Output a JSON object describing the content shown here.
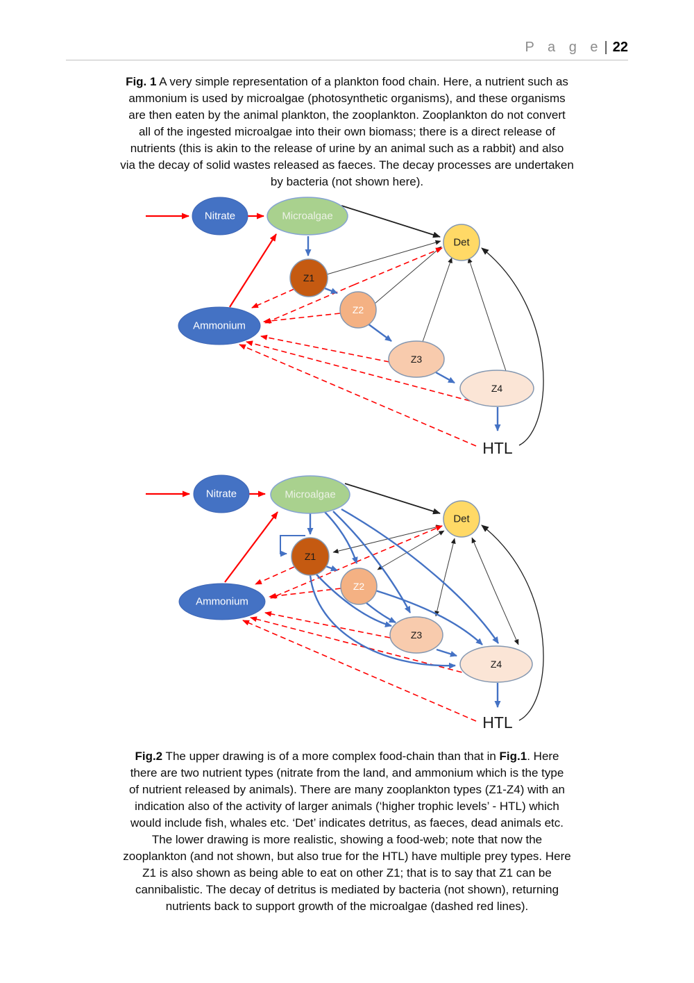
{
  "header": {
    "page_label": "P a g e",
    "separator": "|",
    "page_number": "22"
  },
  "fig1_caption": {
    "bold": "Fig. 1",
    "line1_rest": " A very simple representation of a plankton food chain. Here, a nutrient such as",
    "line2": "ammonium is used by microalgae (photosynthetic organisms), and these organisms",
    "line3": "are then eaten by the animal plankton, the zooplankton. Zooplankton do not convert",
    "line4": "all of the ingested microalgae into their own biomass; there is a direct release of",
    "line5": "nutrients (this is akin to the release of urine by an animal such as a rabbit) and also",
    "line6": "via the decay of solid wastes released as faeces. The decay processes are undertaken",
    "line7": "by bacteria (not shown here)."
  },
  "fig2_caption": {
    "bold1": "Fig.2",
    "line1_mid": " The upper drawing is of a more complex food-chain than that in ",
    "bold2": "Fig.1",
    "line1_end": ". Here",
    "line2": "there are two nutrient types (nitrate from the land, and ammonium which is the type",
    "line3": "of nutrient released by animals). There are many zooplankton types (Z1-Z4) with an",
    "line4": "indication also of the activity of larger animals (‘higher trophic levels’ - HTL) which",
    "line5": "would include fish, whales etc. ‘Det’ indicates detritus, as faeces, dead animals etc.",
    "line6": "The lower drawing is more realistic, showing a food-web; note that now the",
    "line7": "zooplankton (and not shown, but also true for the HTL) have multiple prey types. Here",
    "line8": "Z1 is also shown as being able to eat on other Z1; that is to say that Z1 can be",
    "line9": "cannibalistic. The decay of detritus is mediated by bacteria (not shown), returning",
    "line10": "nutrients back to support growth of the microalgae (dashed red lines)."
  },
  "diagram1": {
    "nitrate": "Nitrate",
    "microalgae": "Microalgae",
    "det": "Det",
    "z1": "Z1",
    "z2": "Z2",
    "z3": "Z3",
    "z4": "Z4",
    "ammonium": "Ammonium",
    "htl": "HTL"
  },
  "diagram2": {
    "nitrate": "Nitrate",
    "microalgae": "Microalgae",
    "det": "Det",
    "z1": "Z1",
    "z2": "Z2",
    "z3": "Z3",
    "z4": "Z4",
    "ammonium": "Ammonium",
    "htl": "HTL"
  },
  "colors": {
    "nutrient_blue": "#4472C4",
    "algae_green": "#A9D18E",
    "detritus_yellow": "#FFD966",
    "z1_orange": "#C55A11",
    "z2_orange": "#F4B183",
    "z3_orange": "#F8CBAD",
    "z4_orange": "#FBE5D6",
    "arrow_red": "#FF0000",
    "arrow_blue": "#4472C4",
    "arrow_black": "#262626"
  }
}
